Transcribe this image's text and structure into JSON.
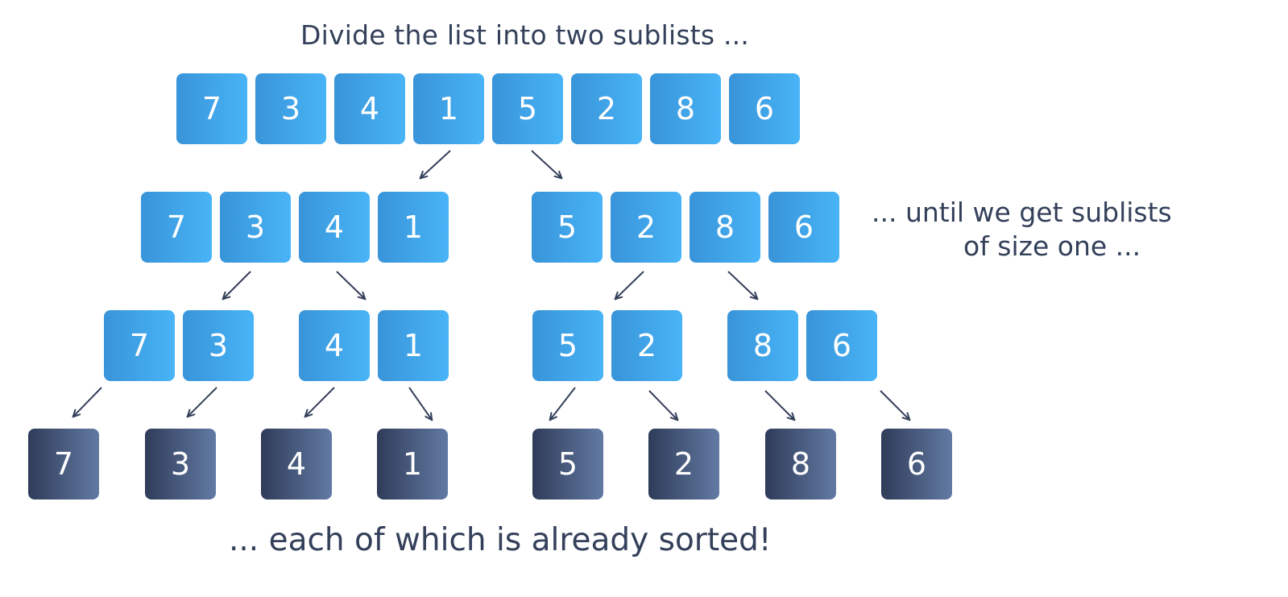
{
  "title": "Divide the list into two sublists  ...",
  "side_note": {
    "line1": "... until we get sublists",
    "line2": "of size one  ..."
  },
  "conclusion": "... each of which is already sorted!",
  "colors": {
    "blue_start": "#3994d9",
    "blue_end": "#48b4f7",
    "dark_start": "#2f3c59",
    "dark_end": "#627aa3",
    "text": "#34405a",
    "arrow": "#34405a"
  },
  "levels": [
    {
      "style": "blue",
      "groups": [
        [
          "7",
          "3",
          "4",
          "1",
          "5",
          "2",
          "8",
          "6"
        ]
      ]
    },
    {
      "style": "blue",
      "groups": [
        [
          "7",
          "3",
          "4",
          "1"
        ],
        [
          "5",
          "2",
          "8",
          "6"
        ]
      ]
    },
    {
      "style": "blue",
      "groups": [
        [
          "7",
          "3"
        ],
        [
          "4",
          "1"
        ],
        [
          "5",
          "2"
        ],
        [
          "8",
          "6"
        ]
      ]
    },
    {
      "style": "dark",
      "groups": [
        [
          "7"
        ],
        [
          "3"
        ],
        [
          "4"
        ],
        [
          "1"
        ],
        [
          "5"
        ],
        [
          "2"
        ],
        [
          "8"
        ],
        [
          "6"
        ]
      ]
    }
  ]
}
